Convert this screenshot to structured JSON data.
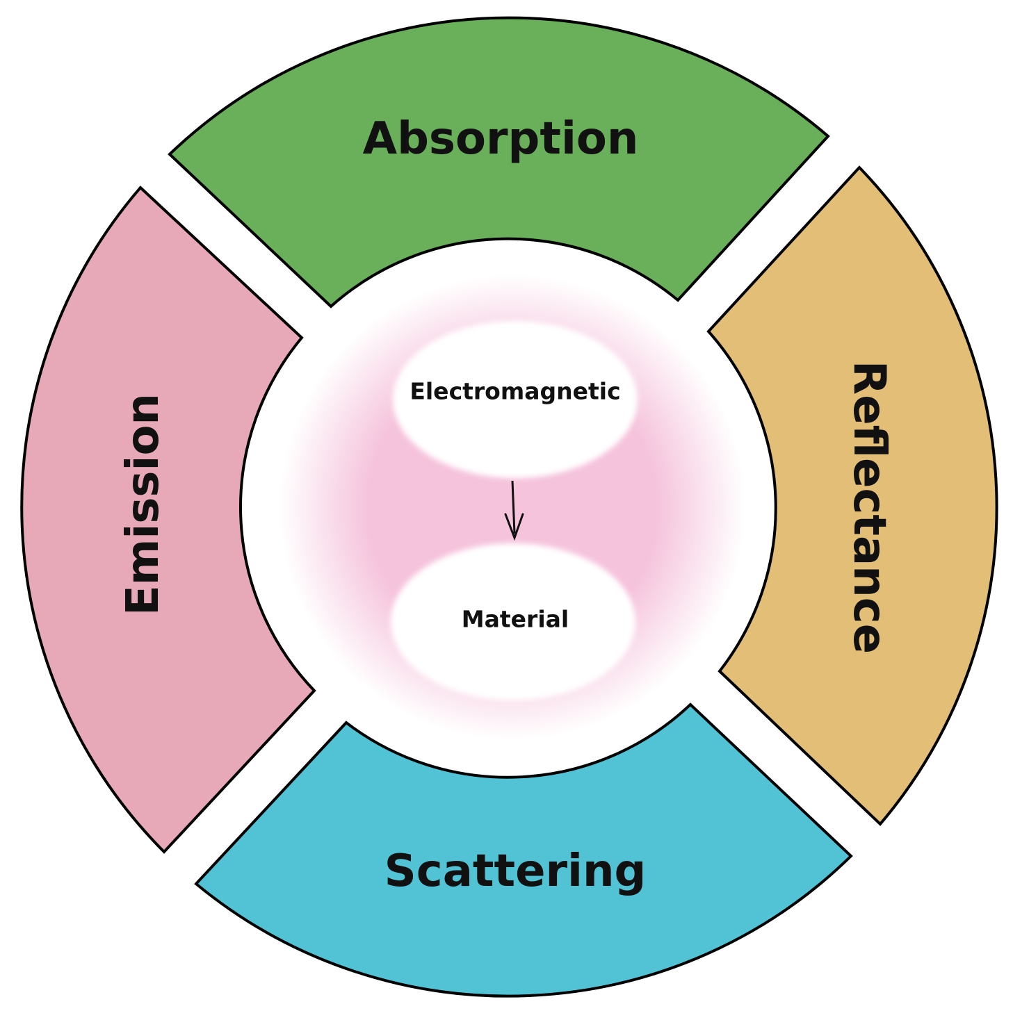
{
  "segments": {
    "top": {
      "label": "Absorption",
      "color": "#6aaf5a"
    },
    "right": {
      "label": "Reflectance",
      "color": "#e3be76"
    },
    "bottom": {
      "label": "Scattering",
      "color": "#52c3d5"
    },
    "left": {
      "label": "Emission",
      "color": "#e7a9b7"
    }
  },
  "center": {
    "glow_color": "#f5c3dc",
    "nodes": {
      "source": {
        "label": "Electromagnetic"
      },
      "target": {
        "label": "Material"
      }
    }
  }
}
